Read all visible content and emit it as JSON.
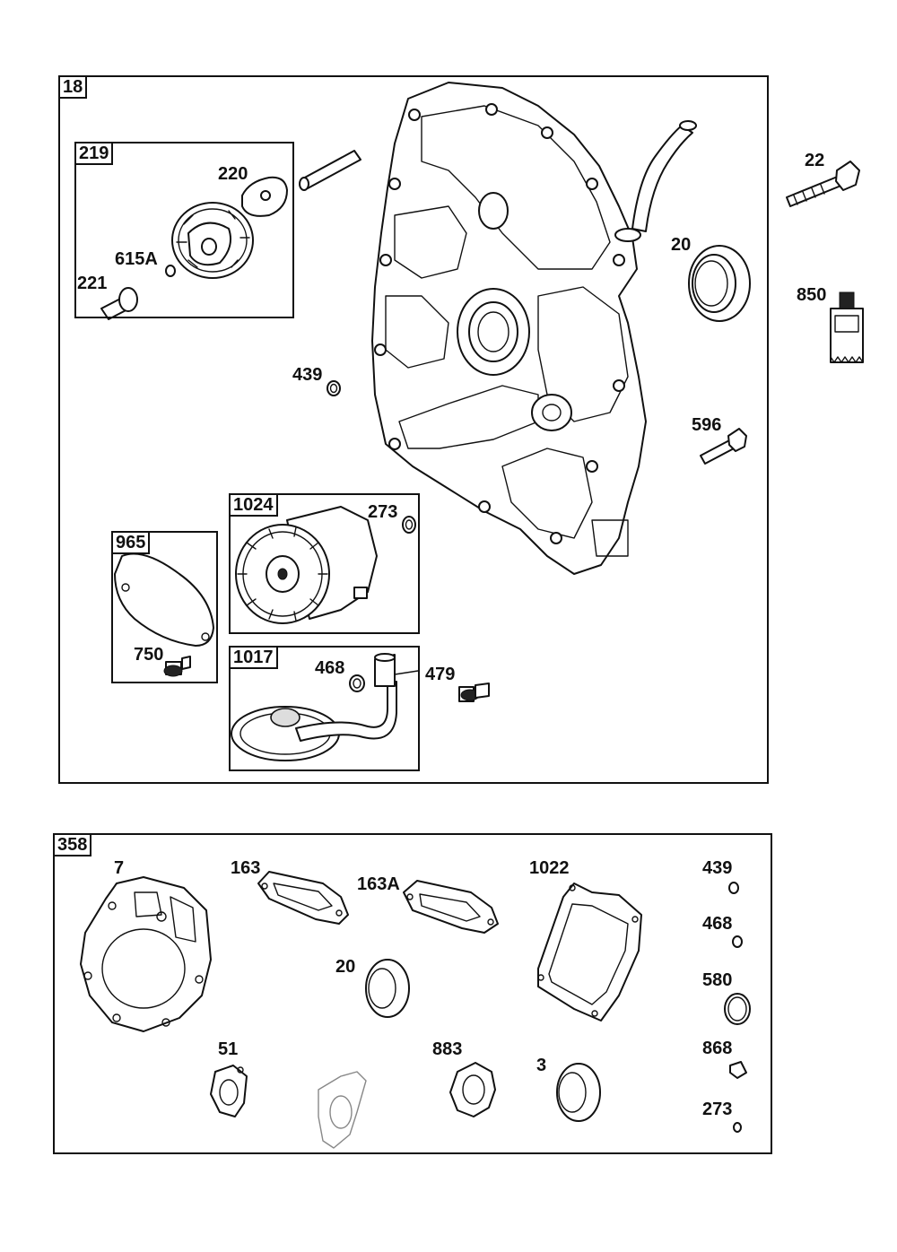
{
  "assembly": {
    "main_id": "18",
    "gasket_set_id": "358"
  },
  "subassemblies": {
    "oil_pump_group": "219",
    "gasket_group": "965",
    "governor_group": "1024",
    "pickup_group": "1017"
  },
  "callouts": {
    "p220": "220",
    "p615a": "615A",
    "p221": "221",
    "p439_main": "439",
    "p22": "22",
    "p20_main": "20",
    "p850": "850",
    "p596": "596",
    "p273_main": "273",
    "p750": "750",
    "p468_main": "468",
    "p479": "479",
    "g7": "7",
    "g163": "163",
    "g163a": "163A",
    "g1022": "1022",
    "g439": "439",
    "g468": "468",
    "g20": "20",
    "g580": "580",
    "g51": "51",
    "g883": "883",
    "g3": "3",
    "g868": "868",
    "g273": "273"
  }
}
